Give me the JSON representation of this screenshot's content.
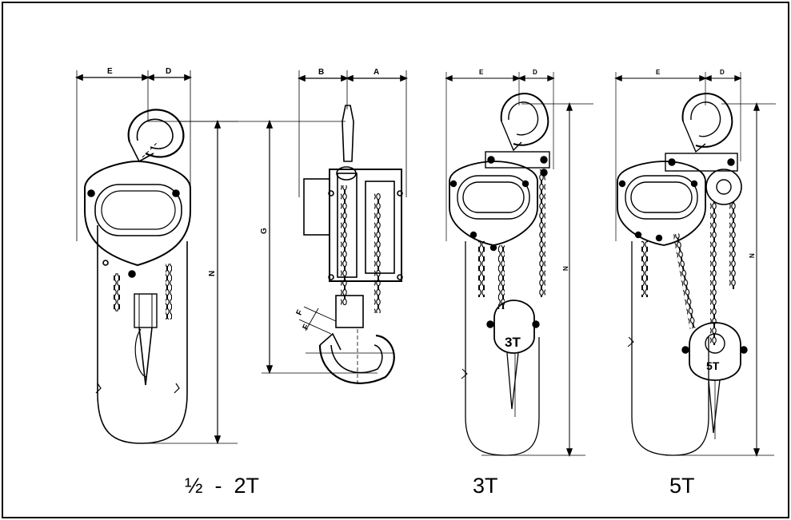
{
  "dimension_labels": {
    "E": "E",
    "D": "D",
    "B": "B",
    "A": "A",
    "N": "N",
    "G": "G",
    "F": "F"
  },
  "body_marks": {
    "three_ton": "3T",
    "five_ton": "5T"
  },
  "captions": {
    "half_to_two": "½  -  2T",
    "three": "3T",
    "five": "5T"
  },
  "colors": {
    "ink": "#000000",
    "paper": "#ffffff"
  }
}
